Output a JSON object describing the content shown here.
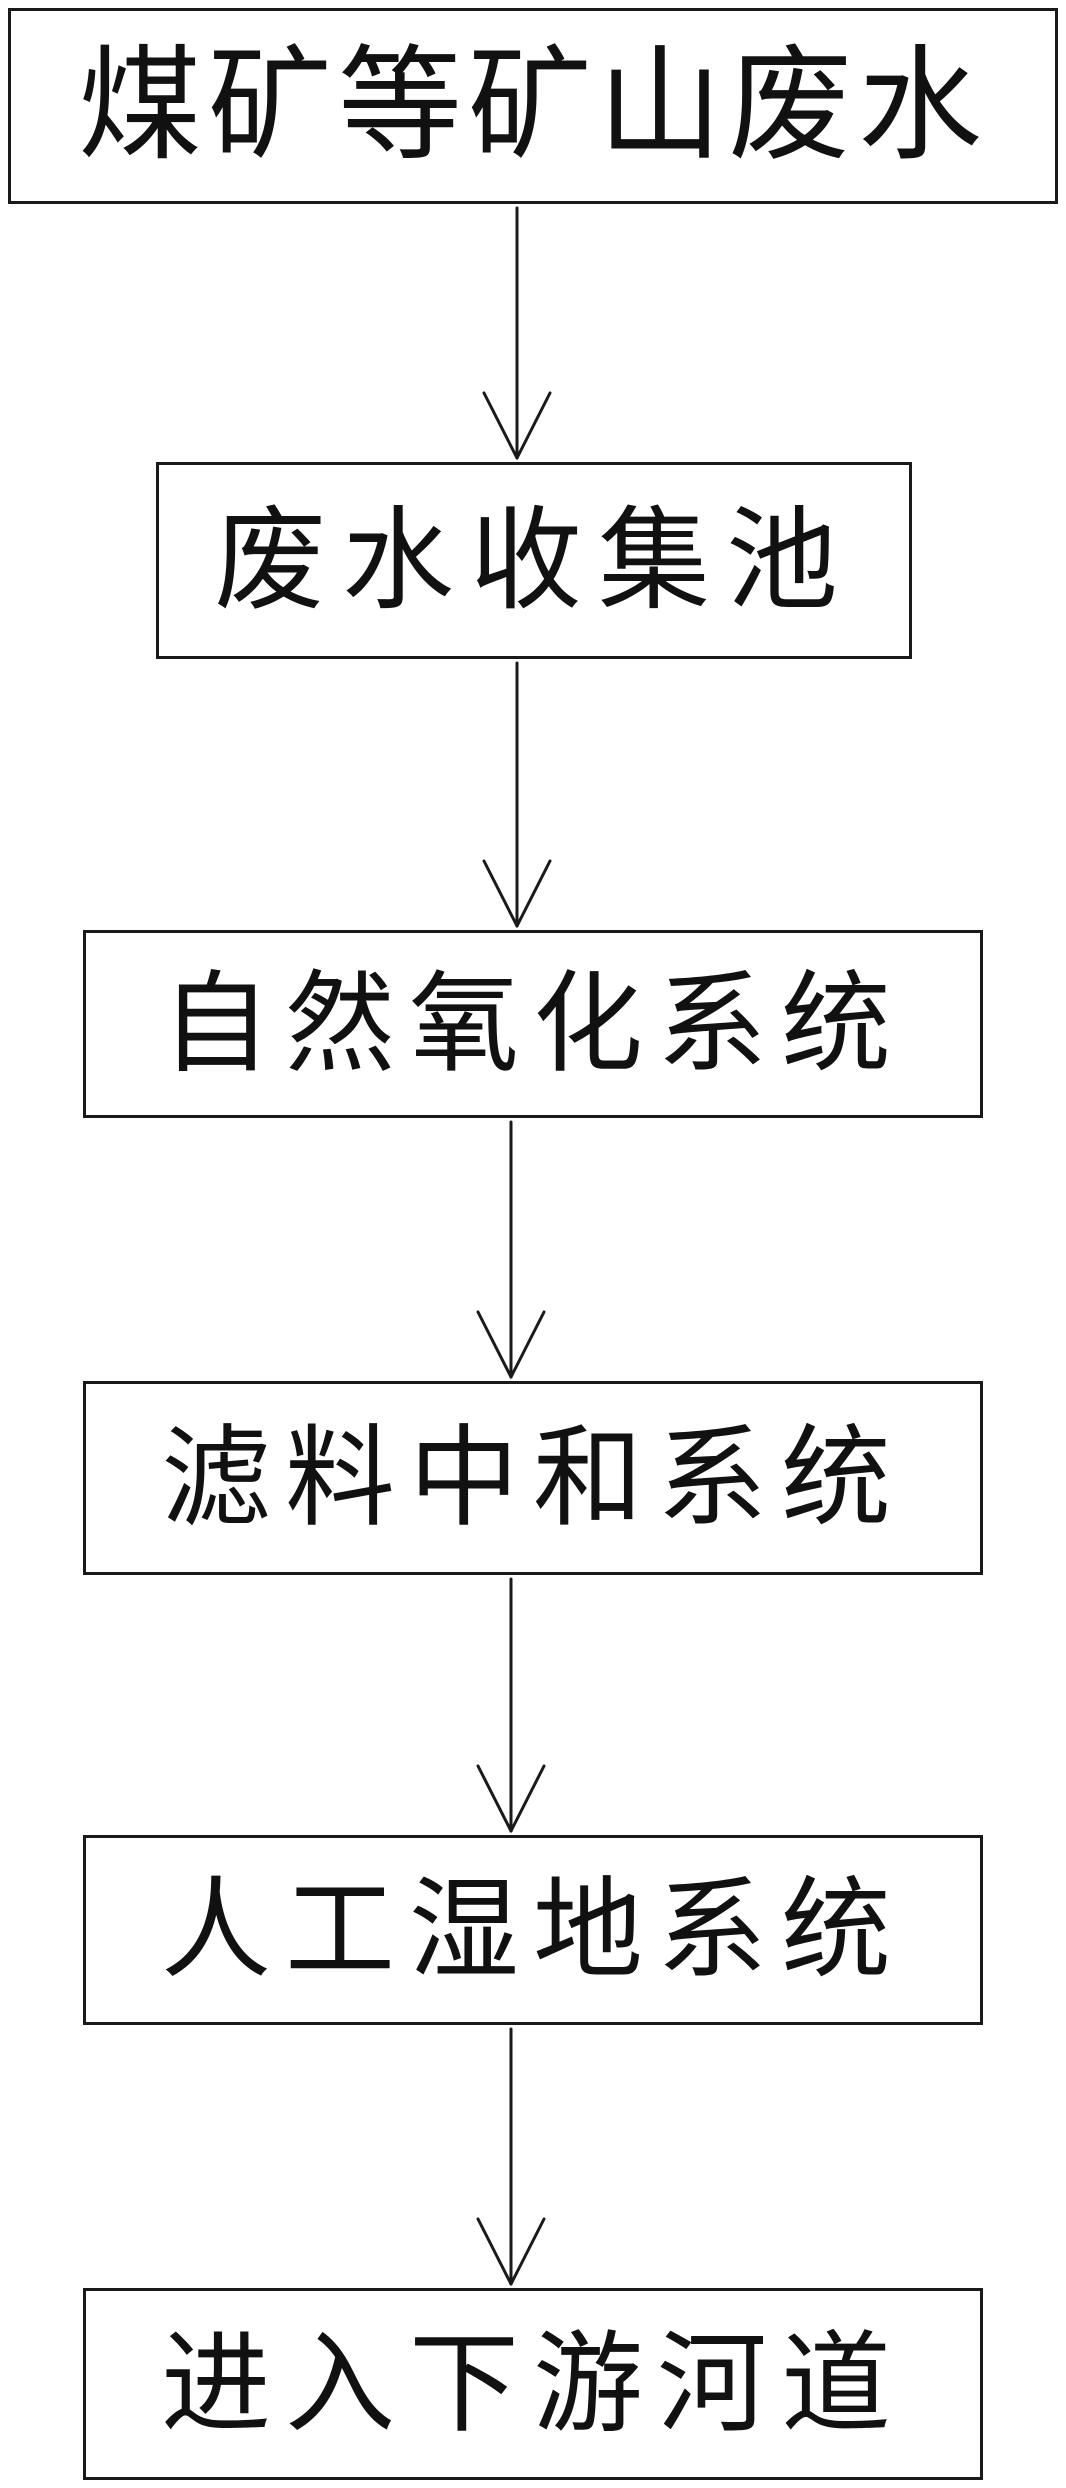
{
  "nodes": [
    {
      "id": "mine-wastewater",
      "label": "煤矿等矿山废水"
    },
    {
      "id": "wastewater-collection-tank",
      "label": "废水收集池"
    },
    {
      "id": "natural-oxidation-system",
      "label": "自然氧化系统"
    },
    {
      "id": "filter-neutralization-system",
      "label": "滤料中和系统"
    },
    {
      "id": "constructed-wetland-system",
      "label": "人工湿地系统"
    },
    {
      "id": "downstream-river",
      "label": "进入下游河道"
    }
  ],
  "edges": [
    {
      "from": "mine-wastewater",
      "to": "wastewater-collection-tank"
    },
    {
      "from": "wastewater-collection-tank",
      "to": "natural-oxidation-system"
    },
    {
      "from": "natural-oxidation-system",
      "to": "filter-neutralization-system"
    },
    {
      "from": "filter-neutralization-system",
      "to": "constructed-wetland-system"
    },
    {
      "from": "constructed-wetland-system",
      "to": "downstream-river"
    }
  ],
  "colors": {
    "stroke": "#1a1a1a",
    "text": "#111111",
    "background": "#ffffff"
  }
}
